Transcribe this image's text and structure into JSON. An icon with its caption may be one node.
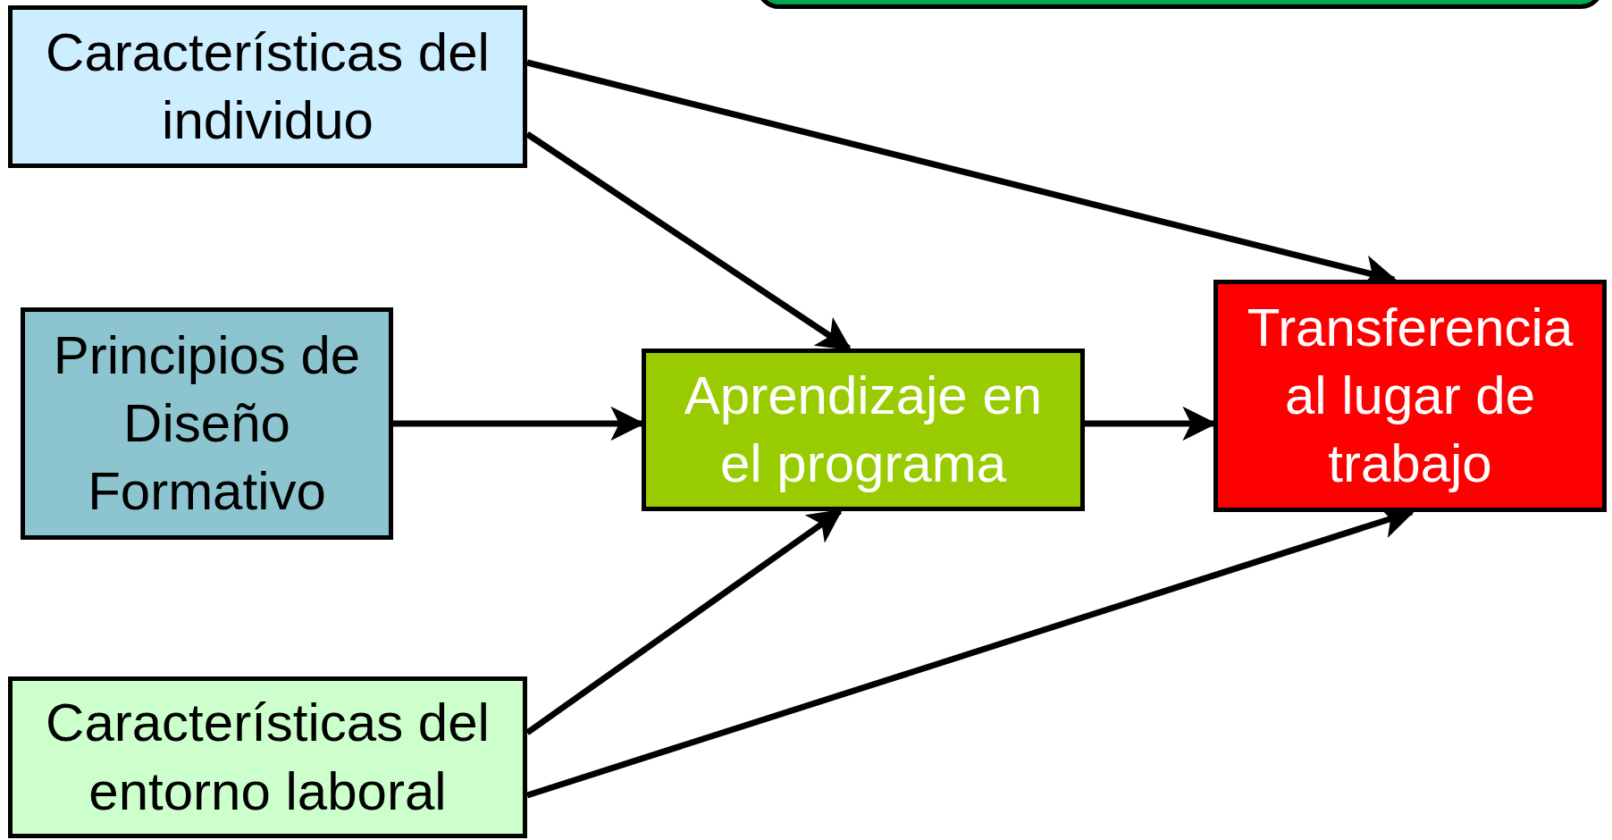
{
  "diagram": {
    "nodes": [
      {
        "text": [],
        "shape": "box"
      },
      {
        "text": [
          "Características del individuo"
        ]
      },
      {
        "text": [
          "Principios de Diseño Formativo"
        ]
      },
      {
        "text": [
          "Aprendizaje en el programa"
        ]
      },
      {
        "text": [
          "Transferencia al lugar de trabajo"
        ]
      },
      {
        "text": [
          "Características del entorno laboral"
        ]
      }
    ],
    "edges": [
      {
        "from": 1,
        "to": 4,
        "arrow": "to"
      },
      {
        "from": 1,
        "to": 3,
        "arrow": "to"
      },
      {
        "from": 2,
        "to": 3,
        "arrow": "to"
      },
      {
        "from": 3,
        "to": 4,
        "arrow": "to"
      },
      {
        "from": 5,
        "to": 3,
        "arrow": "to"
      },
      {
        "from": 5,
        "to": 4,
        "arrow": "to"
      }
    ]
  }
}
